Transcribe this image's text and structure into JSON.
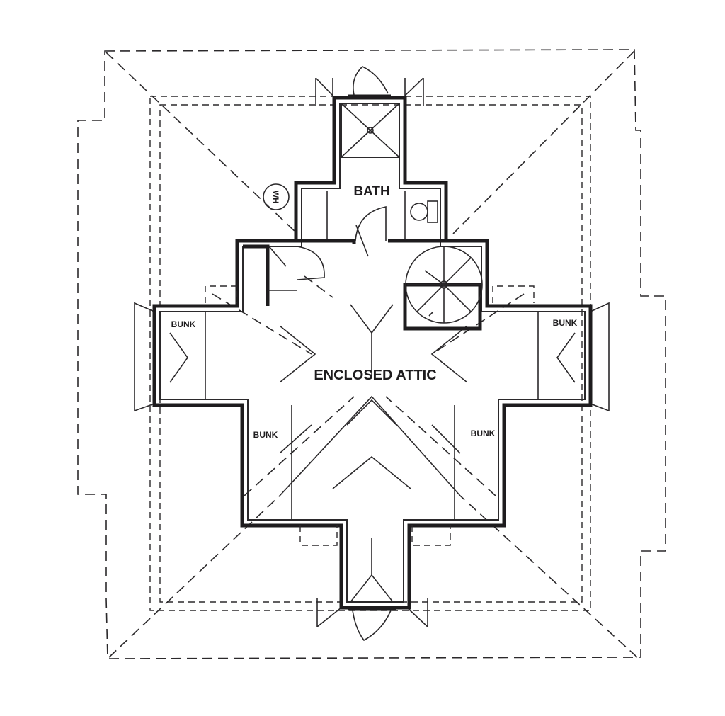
{
  "rooms": {
    "attic": "ENCLOSED ATTIC",
    "bath": "BATH",
    "bunk_left": "BUNK",
    "bunk_right": "BUNK",
    "bunk_lower_left": "BUNK",
    "bunk_lower_right": "BUNK"
  },
  "fixtures": {
    "water_heater": "WH"
  }
}
